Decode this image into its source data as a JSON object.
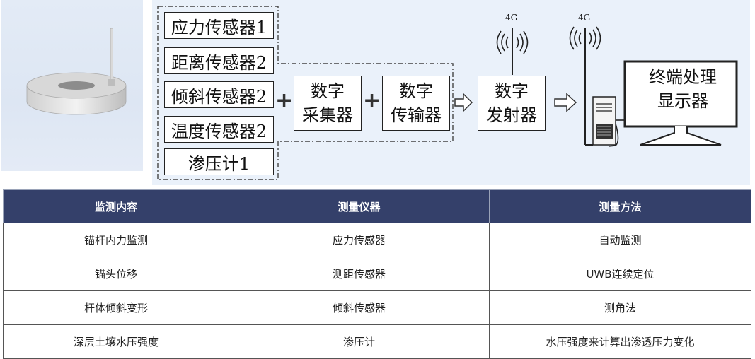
{
  "diagram": {
    "sensors": [
      "应力传感器1",
      "距离传感器2",
      "倾斜传感器2",
      "温度传感器2",
      "渗压计1"
    ],
    "plus_symbol": "+",
    "acquisition": [
      "数字",
      "采集器"
    ],
    "transmission": [
      "数字",
      "传输器"
    ],
    "transmitter": [
      "数字",
      "发射器"
    ],
    "terminal": [
      "终端处理",
      "显示器"
    ],
    "signal_label": "4G"
  },
  "table": {
    "headers": [
      "监测内容",
      "测量仪器",
      "测量方法"
    ],
    "rows": [
      [
        "锚杆内力监测",
        "应力传感器",
        "自动监测"
      ],
      [
        "锚头位移",
        "测距传感器",
        "UWB连续定位"
      ],
      [
        "杆体倾斜变形",
        "倾斜传感器",
        "测角法"
      ],
      [
        "深层土壤水压强度",
        "渗压计",
        "水压强度来计算出渗透压力变化"
      ]
    ]
  }
}
